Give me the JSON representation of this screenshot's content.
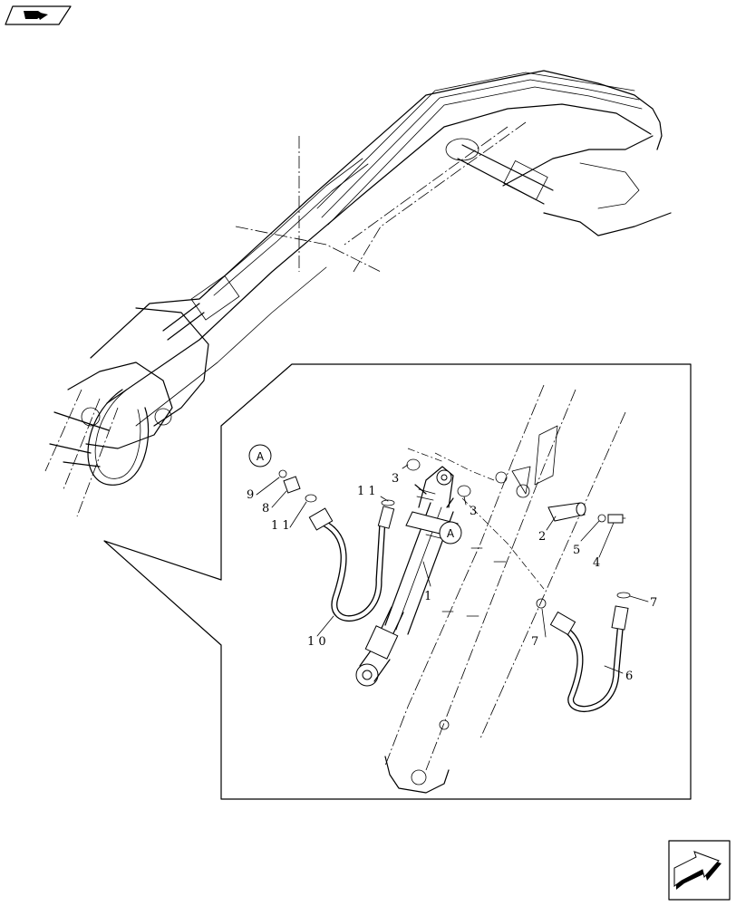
{
  "callouts": {
    "ref_a_1": "A",
    "ref_a_2": "A"
  },
  "labels": {
    "p1": "1",
    "p2": "2",
    "p3a": "3",
    "p3b": "3",
    "p4": "4",
    "p5": "5",
    "p6": "6",
    "p7a": "7",
    "p7b": "7",
    "p8": "8",
    "p9": "9",
    "p10": "1 0",
    "p11a": "1 1",
    "p11b": "1 1"
  },
  "icons": {
    "top_left": "book-icon",
    "bottom_right": "next-page-arrow-icon"
  }
}
